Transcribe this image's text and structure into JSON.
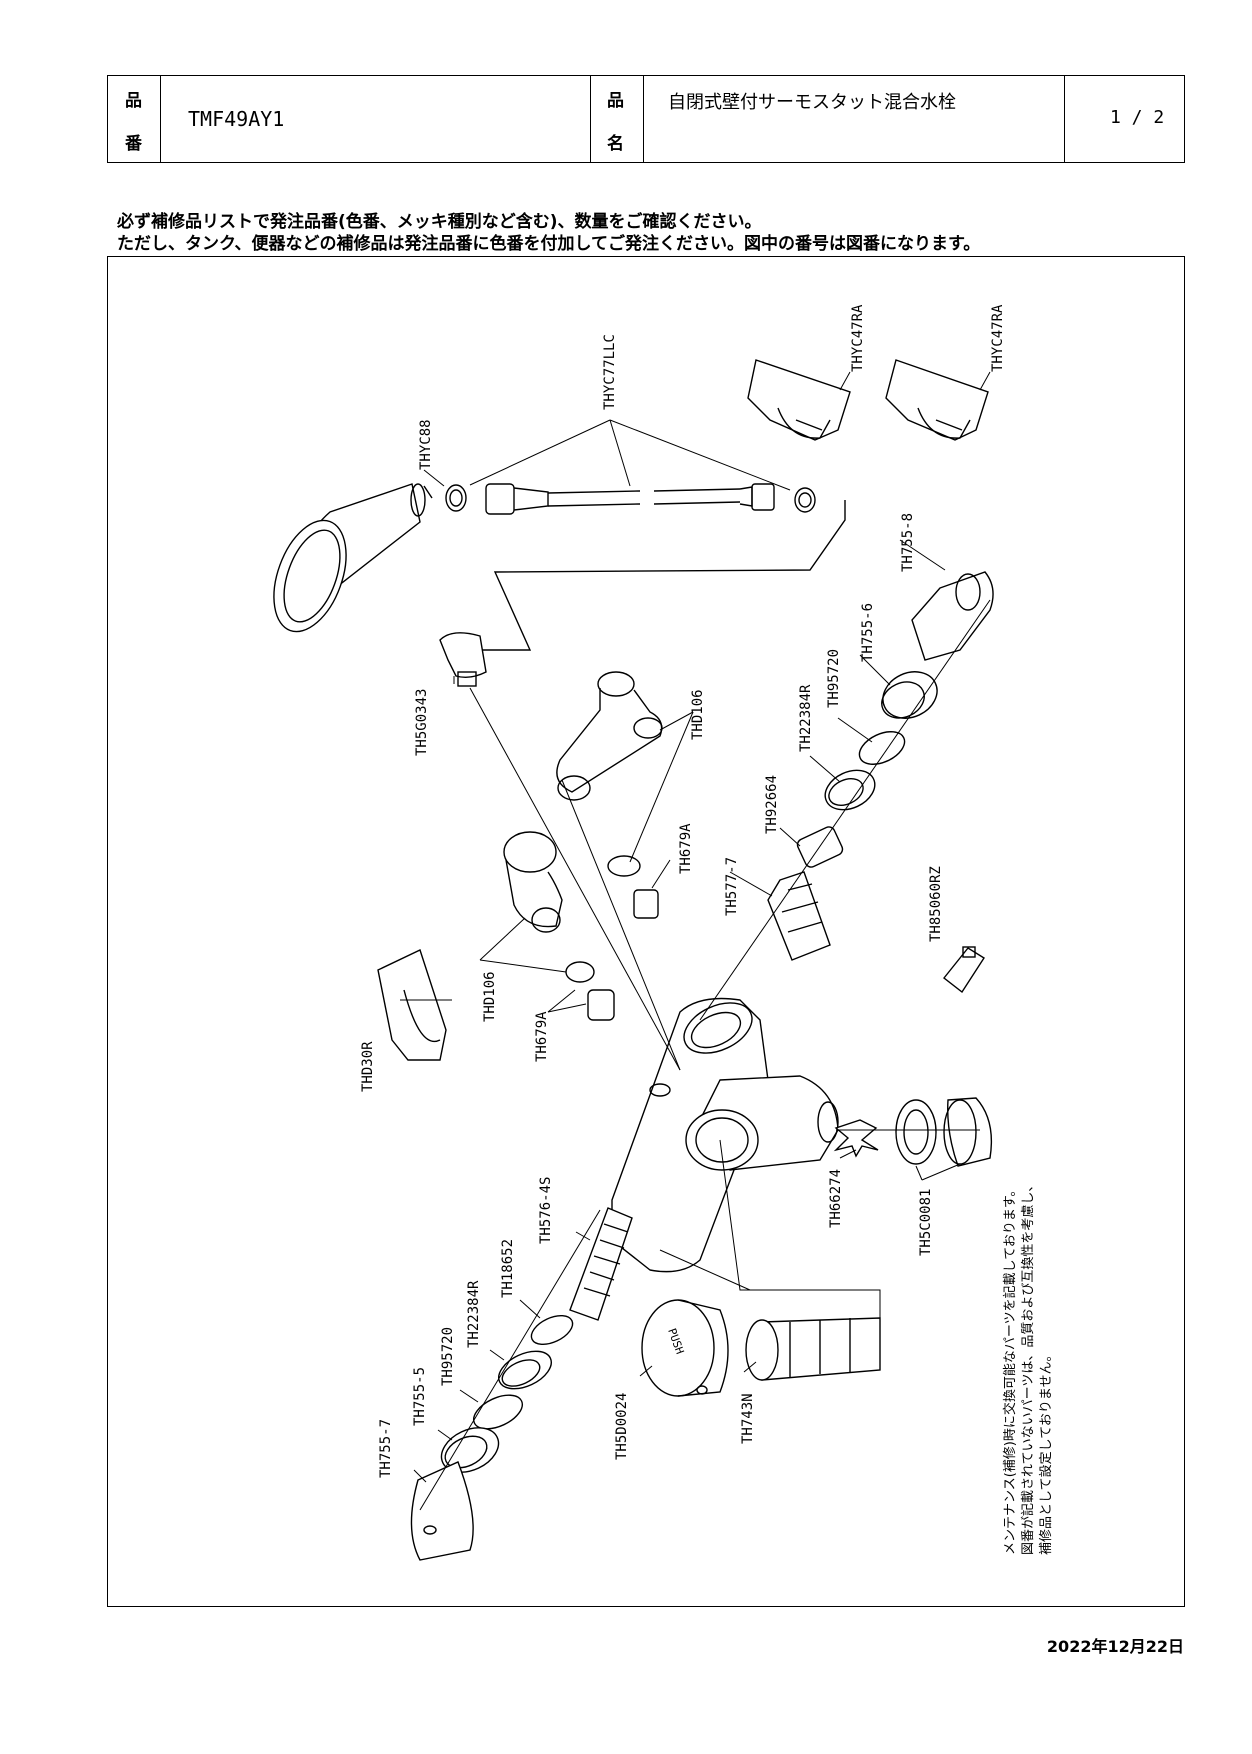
{
  "header": {
    "hinban_cap_1": "品",
    "hinban_cap_2": "番",
    "hinban": "TMF49AY1",
    "hinmei_cap_1": "品",
    "hinmei_cap_2": "名",
    "hinmei": "自閉式壁付サーモスタット混合水栓",
    "page": "1 / 2"
  },
  "notice": {
    "line1": "必ず補修品リストで発注品番(色番、メッキ種別など含む)、数量をご確認ください。",
    "line2": "ただし、タンク、便器などの補修品は発注品番に色番を付加してご発注ください。図中の番号は図番になります。"
  },
  "parts": {
    "p01": "THYC88",
    "p02": "THYC77LLC",
    "p03": "THYC47RA",
    "p04": "THYC47RA",
    "p05": "TH755-8",
    "p06": "TH755-6",
    "p07": "TH95720",
    "p08": "TH22384R",
    "p09": "TH5G0343",
    "p10": "THD106",
    "p11": "TH92664",
    "p12": "TH679A",
    "p13": "TH577-7",
    "p14": "TH85060RZ",
    "p15": "THD106",
    "p16": "TH679A",
    "p17": "THD30R",
    "p18": "TH66274",
    "p19": "TH5C0081",
    "p20": "TH576-4S",
    "p21": "TH18652",
    "p22": "TH22384R",
    "p23": "TH95720",
    "p24": "TH755-5",
    "p25": "TH755-7",
    "p26": "TH5D0024",
    "p27": "TH743N"
  },
  "maintenance_note": {
    "line1": "メンテナンス(補修)時に交換可能なパーツを記載しております。",
    "line2": "図番が記載されていないパーツは、品質および互換性を考慮し、",
    "line3": "補修品として設定しておりません。"
  },
  "knob_text": "PUSH",
  "date": "2022年12月22日"
}
